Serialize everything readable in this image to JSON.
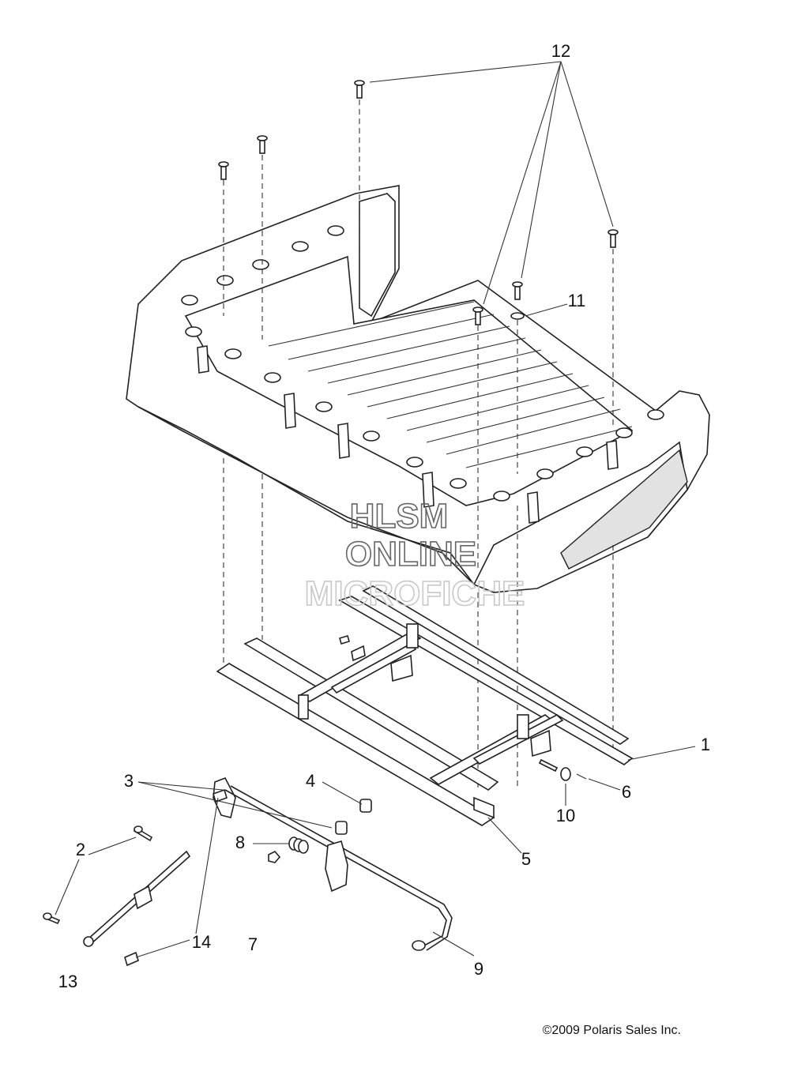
{
  "callouts": {
    "c1": "1",
    "c2": "2",
    "c3": "3",
    "c4": "4",
    "c5": "5",
    "c6": "6",
    "c7": "7",
    "c8": "8",
    "c9": "9",
    "c10": "10",
    "c11": "11",
    "c12": "12",
    "c13": "13",
    "c14": "14"
  },
  "watermark": {
    "line1": "HLSM",
    "line2": "ONLINE",
    "line3": "MICROFICHE"
  },
  "copyright": "©2009 Polaris Sales Inc."
}
